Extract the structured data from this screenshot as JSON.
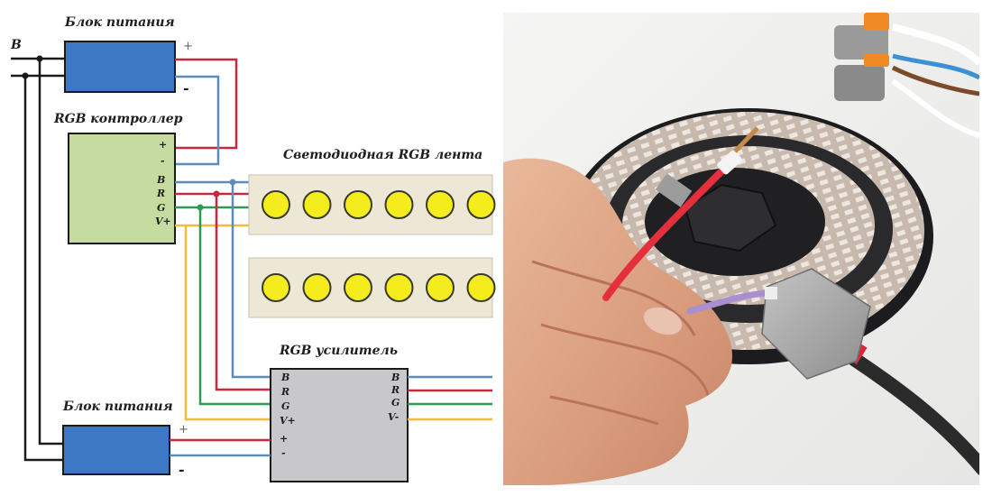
{
  "colors": {
    "red": "#c8283a",
    "blue": "#5b8db8",
    "green": "#2e9a55",
    "yellow": "#f0bc3c",
    "black": "#1a1a1a",
    "psu_fill": "#3d78c4",
    "controller_fill": "#c6dba0",
    "amplifier_fill": "#c8c8ca",
    "led_fill": "#f4ec1c",
    "strip_fill": "#ede7d6"
  },
  "diagram": {
    "input_label": "B",
    "psu_top": {
      "label": "Блок питания",
      "plus": "+",
      "minus": "-"
    },
    "controller": {
      "label": "RGB контроллер",
      "pins_power": [
        "+",
        "-"
      ],
      "pins_out": [
        "B",
        "R",
        "G",
        "V+"
      ]
    },
    "strip": {
      "label": "Светодиодная RGB лента",
      "led_count_per_strip": 6
    },
    "amplifier": {
      "label": "RGB усилитель",
      "pins_in": [
        "B",
        "R",
        "G",
        "V+"
      ],
      "pins_power": [
        "+",
        "-"
      ],
      "pins_out": [
        "B",
        "R",
        "G",
        "V-"
      ]
    },
    "psu_bottom": {
      "label": "Блок питания",
      "plus": "+",
      "minus": "-"
    }
  },
  "photo": {
    "subject": "wire-connector-icon",
    "background": "#f0f0ef"
  }
}
